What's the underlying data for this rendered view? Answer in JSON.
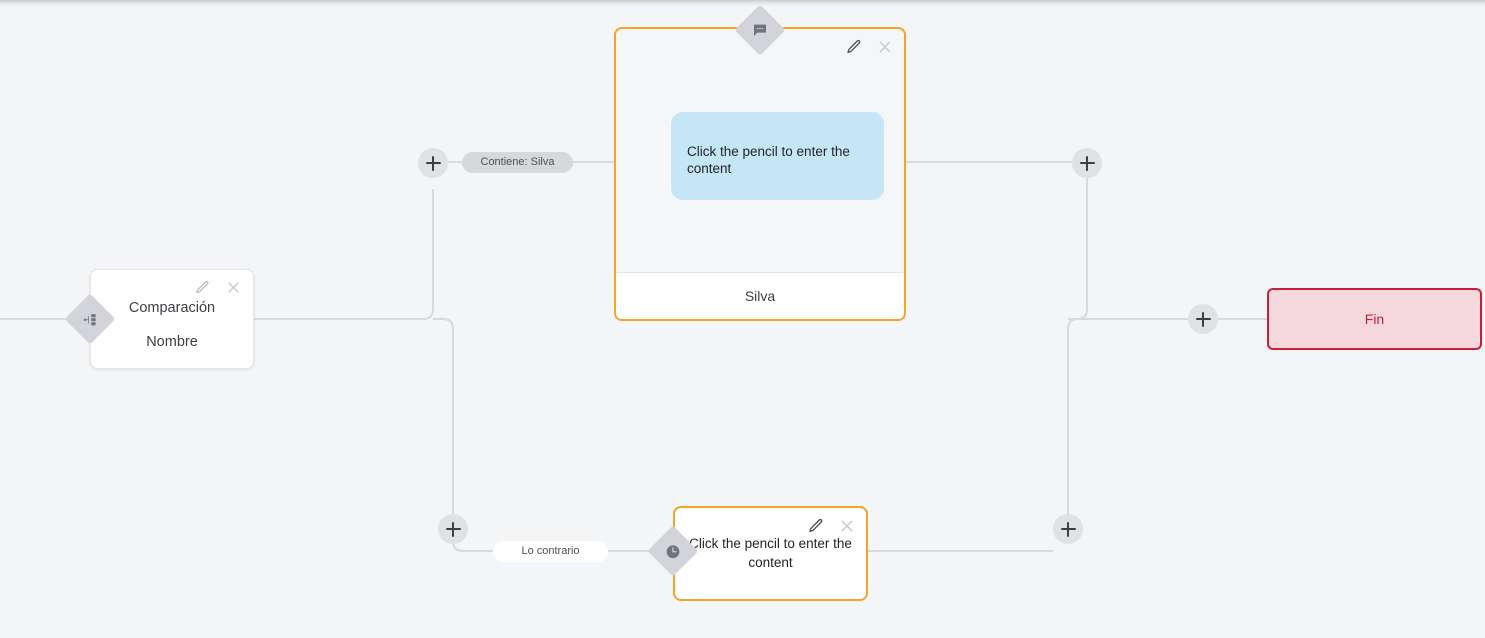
{
  "canvas": {
    "background": "#f4f5f7",
    "edge_color": "#d7d9dd",
    "accent_orange": "#f5a32a",
    "end_red": "#c4203e",
    "end_fill": "#f5d8de",
    "bubble_blue": "#c5e6f7"
  },
  "nodes": {
    "comparison": {
      "title": "Comparación",
      "subtitle": "Nombre",
      "edit_label": "pencil-icon",
      "close_label": "close-icon",
      "port_icon": "branch-icon"
    },
    "message_card": {
      "bubble_text": "Click the pencil to enter the content",
      "footer_text": "Silva",
      "edit_label": "pencil-icon",
      "close_label": "close-icon",
      "port_icon": "chat-bubble-icon"
    },
    "condition_card": {
      "text": "Click the pencil to enter the content",
      "edit_label": "pencil-icon",
      "close_label": "close-icon",
      "port_icon": "clock-icon"
    },
    "end": {
      "label": "Fin"
    }
  },
  "edge_labels": {
    "branch_true": "Contiene: Silva",
    "branch_false": "Lo contrario"
  },
  "add_buttons": {
    "top_left": "+",
    "top_right": "+",
    "bottom_left": "+",
    "bottom_right": "+",
    "end": "+"
  }
}
